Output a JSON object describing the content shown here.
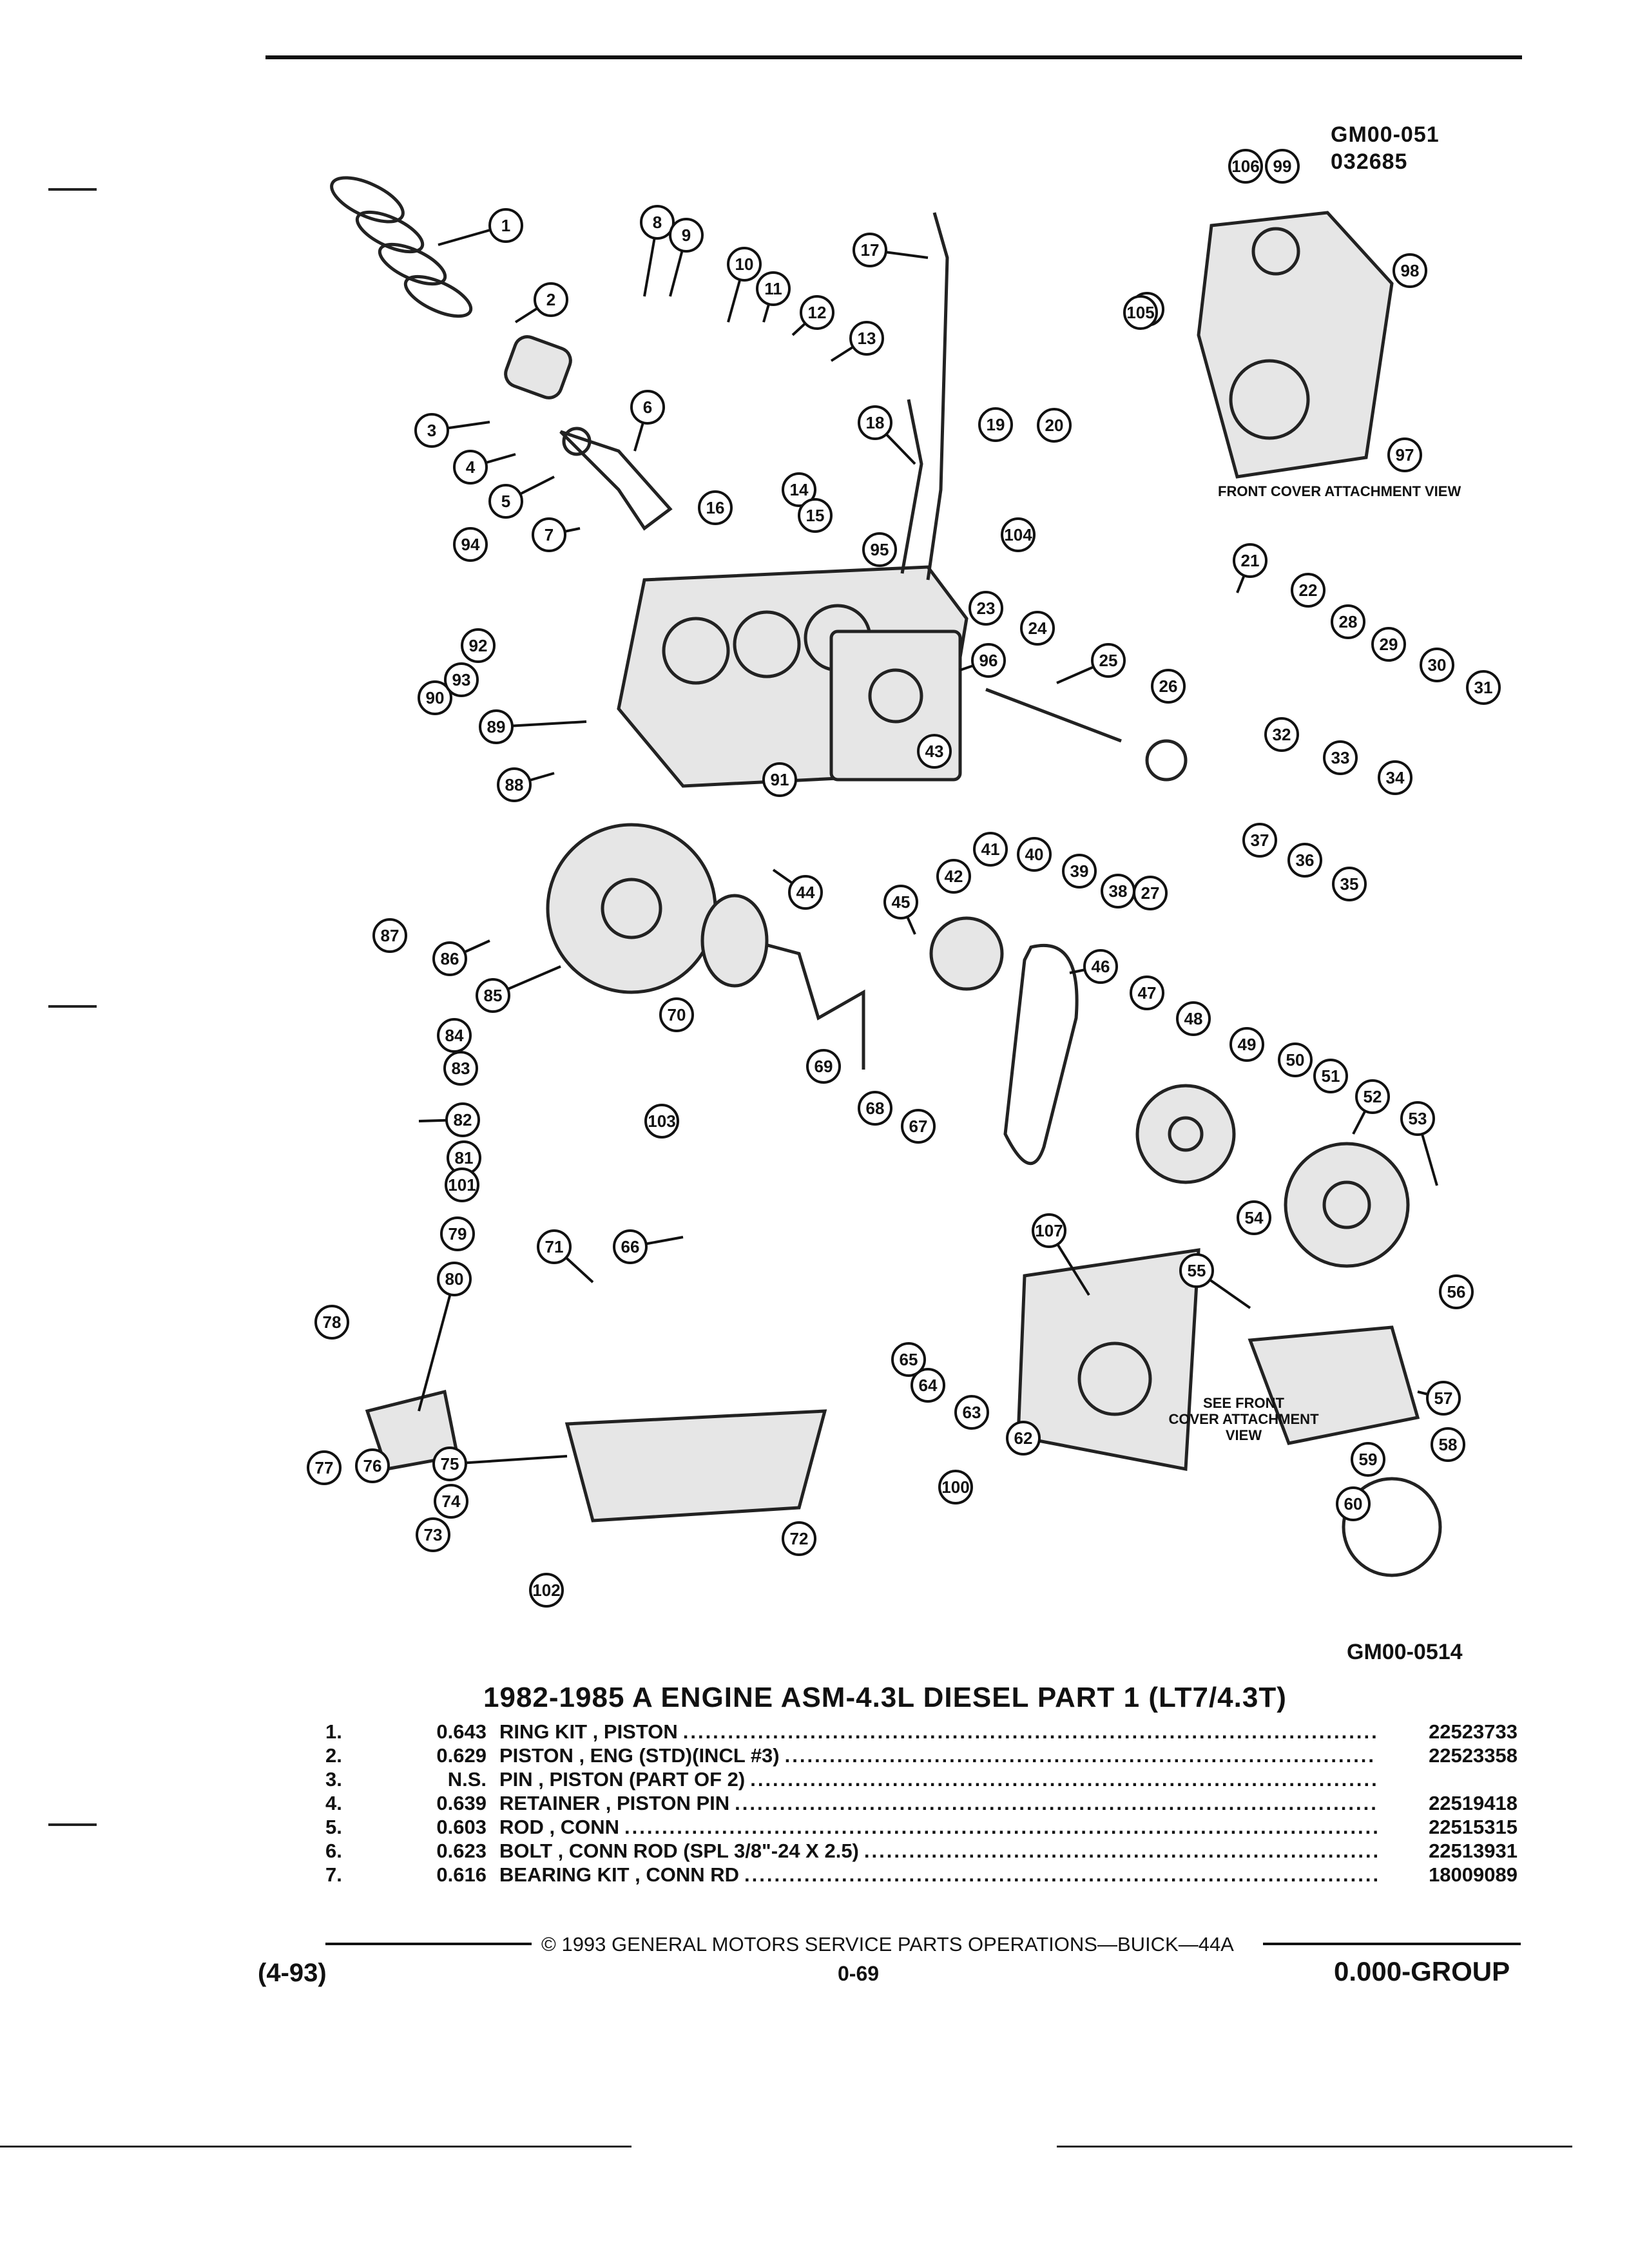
{
  "figure": {
    "ref_code_top": "GM00-051",
    "ref_number_top": "032685",
    "front_cover_caption": "FRONT COVER ATTACHMENT VIEW",
    "see_front_caption_1": "SEE FRONT",
    "see_front_caption_2": "COVER ATTACHMENT",
    "see_front_caption_3": "VIEW",
    "figure_id": "GM00-0514",
    "callouts": [
      "1",
      "2",
      "3",
      "4",
      "5",
      "6",
      "7",
      "8",
      "9",
      "10",
      "11",
      "12",
      "13",
      "14",
      "15",
      "16",
      "17",
      "18",
      "19",
      "20",
      "21",
      "22",
      "23",
      "24",
      "25",
      "26",
      "27",
      "28",
      "29",
      "30",
      "31",
      "32",
      "33",
      "34",
      "35",
      "36",
      "37",
      "38",
      "39",
      "40",
      "41",
      "42",
      "43",
      "44",
      "45",
      "46",
      "47",
      "48",
      "49",
      "50",
      "51",
      "52",
      "53",
      "54",
      "55",
      "56",
      "57",
      "58",
      "59",
      "60",
      "61",
      "62",
      "63",
      "64",
      "65",
      "66",
      "67",
      "68",
      "69",
      "70",
      "71",
      "72",
      "73",
      "74",
      "75",
      "76",
      "77",
      "78",
      "79",
      "80",
      "81",
      "82",
      "83",
      "84",
      "85",
      "86",
      "87",
      "88",
      "89",
      "90",
      "91",
      "92",
      "93",
      "94",
      "95",
      "96",
      "97",
      "98",
      "99",
      "100",
      "101",
      "102",
      "103",
      "104",
      "105",
      "106",
      "107"
    ]
  },
  "table": {
    "title": "1982-1985 A ENGINE ASM-4.3L DIESEL PART 1 (LT7/4.3T)",
    "rows": [
      {
        "num": "1.",
        "qty": "0.643",
        "desc": "RING KIT , PISTON",
        "part": "22523733"
      },
      {
        "num": "2.",
        "qty": "0.629",
        "desc": "PISTON , ENG (STD)(INCL #3)",
        "part": "22523358"
      },
      {
        "num": "3.",
        "qty": "N.S.",
        "desc": "PIN , PISTON (PART OF 2)",
        "part": ""
      },
      {
        "num": "4.",
        "qty": "0.639",
        "desc": "RETAINER , PISTON PIN",
        "part": "22519418"
      },
      {
        "num": "5.",
        "qty": "0.603",
        "desc": "ROD , CONN",
        "part": "22515315"
      },
      {
        "num": "6.",
        "qty": "0.623",
        "desc": "BOLT , CONN ROD (SPL 3/8\"-24 X 2.5)",
        "part": "22513931"
      },
      {
        "num": "7.",
        "qty": "0.616",
        "desc": "BEARING KIT , CONN RD",
        "part": "18009089"
      }
    ]
  },
  "footer": {
    "copyright": "© 1993 GENERAL MOTORS SERVICE PARTS OPERATIONS—BUICK—44A",
    "date_code": "(4-93)",
    "page": "0-69",
    "group": "0.000-GROUP"
  }
}
